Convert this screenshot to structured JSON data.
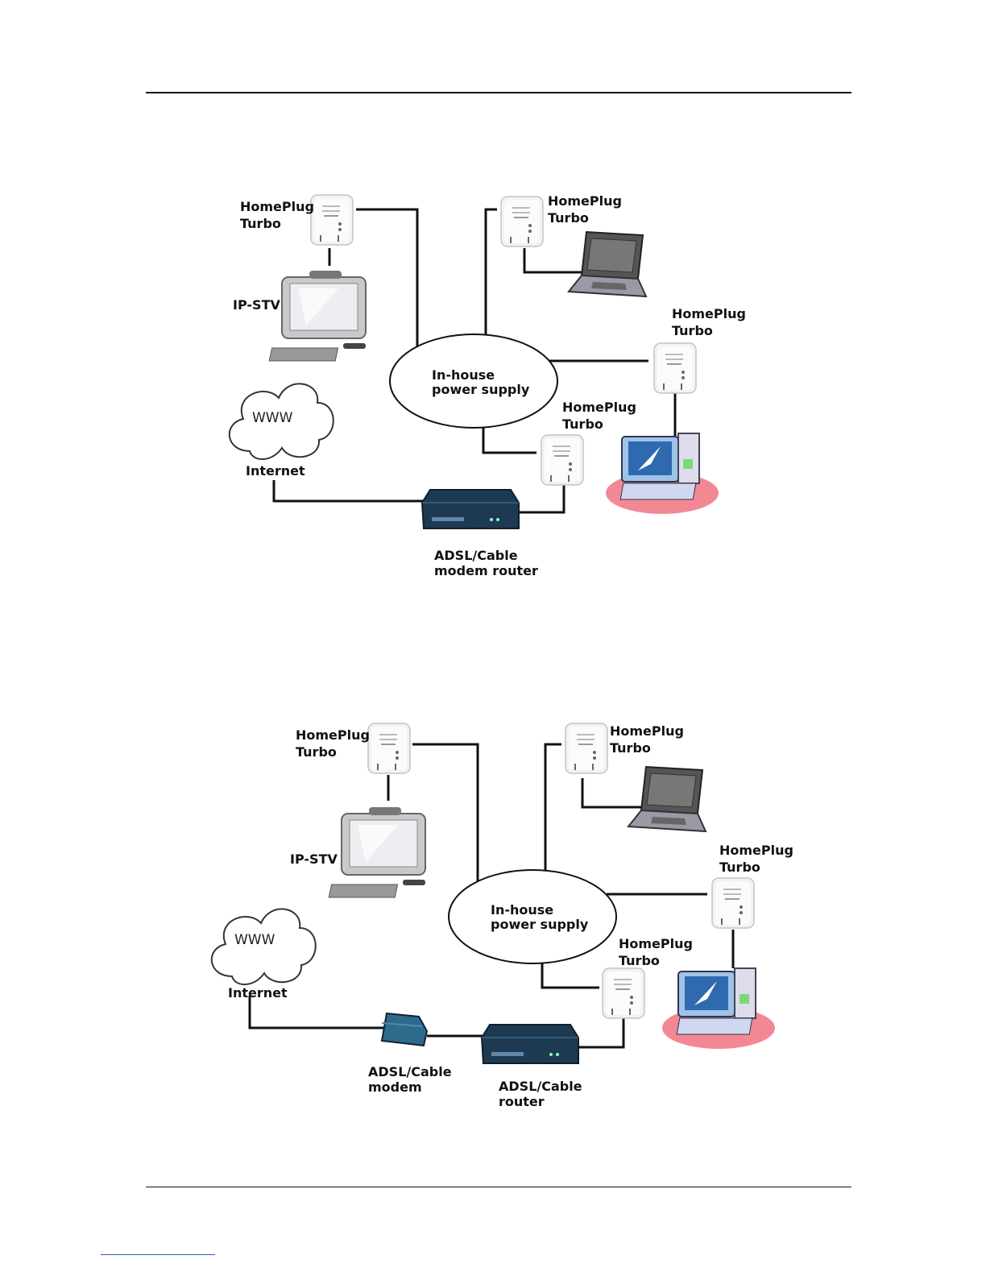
{
  "diagram1": {
    "hp_tl": [
      "HomePlug",
      "Turbo"
    ],
    "hp_tr": [
      "HomePlug",
      "Turbo"
    ],
    "hp_r": [
      "HomePlug",
      "Turbo"
    ],
    "hp_c": [
      "HomePlug",
      "Turbo"
    ],
    "ipstv": "IP-STV",
    "supply": [
      "In-house",
      "power supply"
    ],
    "www": "WWW",
    "internet": "Internet",
    "router": [
      "ADSL/Cable",
      "modem router"
    ]
  },
  "diagram2": {
    "hp_tl": [
      "HomePlug",
      "Turbo"
    ],
    "hp_tr": [
      "HomePlug",
      "Turbo"
    ],
    "hp_r": [
      "HomePlug",
      "Turbo"
    ],
    "hp_c": [
      "HomePlug",
      "Turbo"
    ],
    "ipstv": "IP-STV",
    "supply": [
      "In-house",
      "power supply"
    ],
    "www": "WWW",
    "internet": "Internet",
    "modem": [
      "ADSL/Cable",
      "modem"
    ],
    "router": [
      "ADSL/Cable",
      "router"
    ]
  }
}
